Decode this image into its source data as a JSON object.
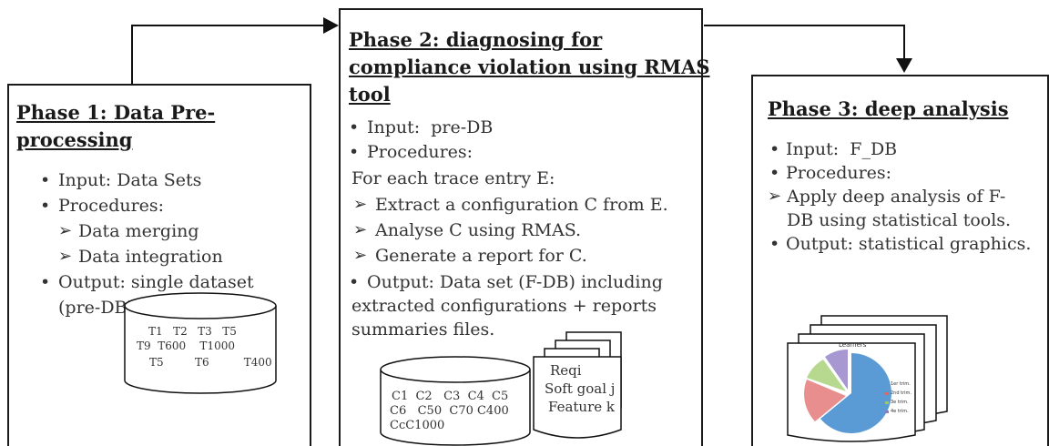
{
  "phase1": {
    "title_l1": "Phase 1: Data Pre-",
    "title_l2": "processing",
    "input": "Input: Data Sets",
    "procedures": "Procedures:",
    "step1": "Data merging",
    "step2": "Data integration",
    "output_l1": "Output: single dataset",
    "output_l2": "(pre-DB)",
    "db_l1": "T1   T2   T3   T5",
    "db_l2": "T9  T600    T1000",
    "db_l3": "T5         T6          T400"
  },
  "phase2": {
    "title_l1": "Phase 2: diagnosing for",
    "title_l2": "compliance violation using RMAS",
    "title_l3": "tool",
    "input": "Input:  pre-DB",
    "procedures": "Procedures:",
    "for_each": "For each trace entry E:",
    "step1": "Extract a configuration C from E.",
    "step2": "Analyse C using RMAS.",
    "step3": "Generate a report for C.",
    "output_l1": "Output: Data set (F-DB) including",
    "output_l2": "extracted configurations + reports",
    "output_l3": "summaries files.",
    "db_l1": "C1  C2   C3  C4  C5",
    "db_l2": "C6   C50  C70 C400",
    "db_l3": "CcC1000",
    "doc_l1": "Reqi",
    "doc_l2": "Soft goal j",
    "doc_l3": "Feature k"
  },
  "phase3": {
    "title": "Phase 3: deep analysis",
    "input": "Input:  F_DB",
    "procedures": "Procedures:",
    "step1_l1": "Apply deep analysis of F-",
    "step1_l2": "DB using statistical tools.",
    "output": "Output: statistical graphics.",
    "chart_title": "Learners",
    "legend": [
      "1er trim.",
      "2nd trim.",
      "3e trim.",
      "4e trim."
    ]
  },
  "symbols": {
    "bullet": "•",
    "arrow_bullet": "➢"
  },
  "colors": {
    "pie1": "#5b9bd5",
    "pie2": "#e06666",
    "pie3": "#9bc96a",
    "pie4": "#8e7cc3"
  }
}
